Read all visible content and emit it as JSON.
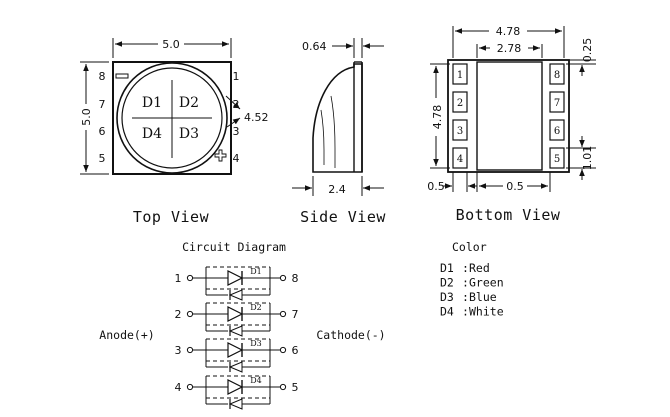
{
  "top_view": {
    "title": "Top View",
    "width_dim": "5.0",
    "height_dim": "5.0",
    "lens_dim": "4.52",
    "pins_left": [
      "8",
      "7",
      "6",
      "5"
    ],
    "pins_right": [
      "1",
      "2",
      "3",
      "4"
    ],
    "dies": [
      "D1",
      "D2",
      "D4",
      "D3"
    ],
    "marks": {
      "minus": "−",
      "plus": "+"
    }
  },
  "side_view": {
    "title": "Side View",
    "top_dim": "0.64",
    "bottom_dim": "2.4"
  },
  "bottom_view": {
    "title": "Bottom View",
    "outer_dim": "4.78",
    "inner_dim": "2.78",
    "height_dim": "4.78",
    "right_top_dim": "0.25",
    "right_bottom_dim": "1.01",
    "bottom_left_dim": "0.5",
    "bottom_mid_dim": "0.5",
    "pads_left": [
      "1",
      "2",
      "3",
      "4"
    ],
    "pads_right": [
      "8",
      "7",
      "6",
      "5"
    ]
  },
  "circuit": {
    "title": "Circuit Diagram",
    "anode_label": "Anode(+)",
    "cathode_label": "Cathode(-)",
    "rows": [
      {
        "in": "1",
        "out": "8",
        "die": "D1"
      },
      {
        "in": "2",
        "out": "7",
        "die": "D2"
      },
      {
        "in": "3",
        "out": "6",
        "die": "D3"
      },
      {
        "in": "4",
        "out": "5",
        "die": "D4"
      }
    ]
  },
  "color_legend": {
    "title": "Color",
    "entries": [
      {
        "die": "D1",
        "sep": ":",
        "color": "Red"
      },
      {
        "die": "D2",
        "sep": ":",
        "color": "Green"
      },
      {
        "die": "D3",
        "sep": ":",
        "color": "Blue"
      },
      {
        "die": "D4",
        "sep": ":",
        "color": "White"
      }
    ]
  }
}
